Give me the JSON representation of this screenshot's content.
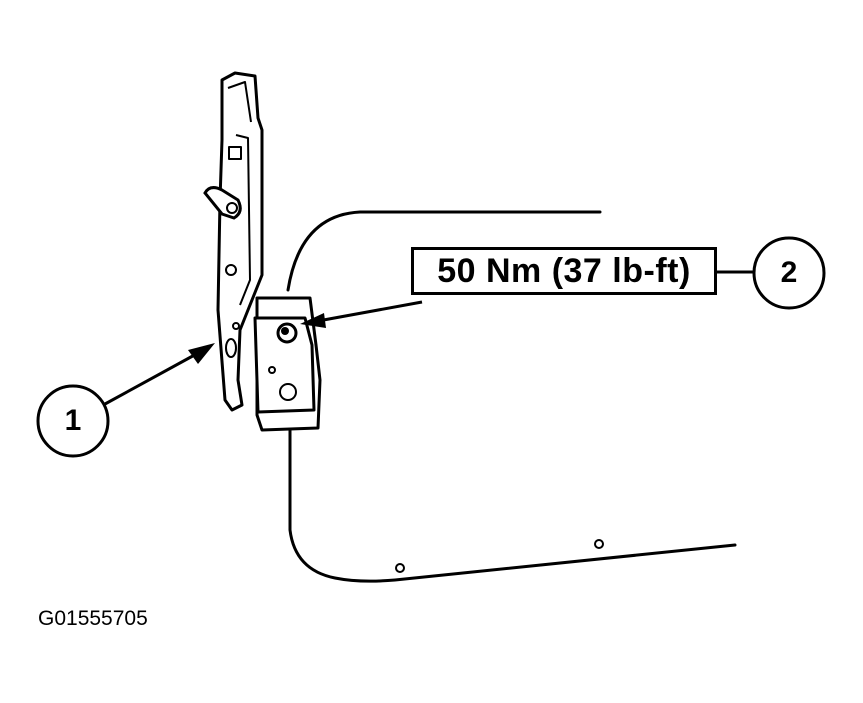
{
  "callouts": {
    "item_1": "1",
    "item_2": "2"
  },
  "torque_spec": "50 Nm (37 lb-ft)",
  "figure_id": "G01555705",
  "colors": {
    "line": "#000000",
    "background": "#ffffff"
  }
}
